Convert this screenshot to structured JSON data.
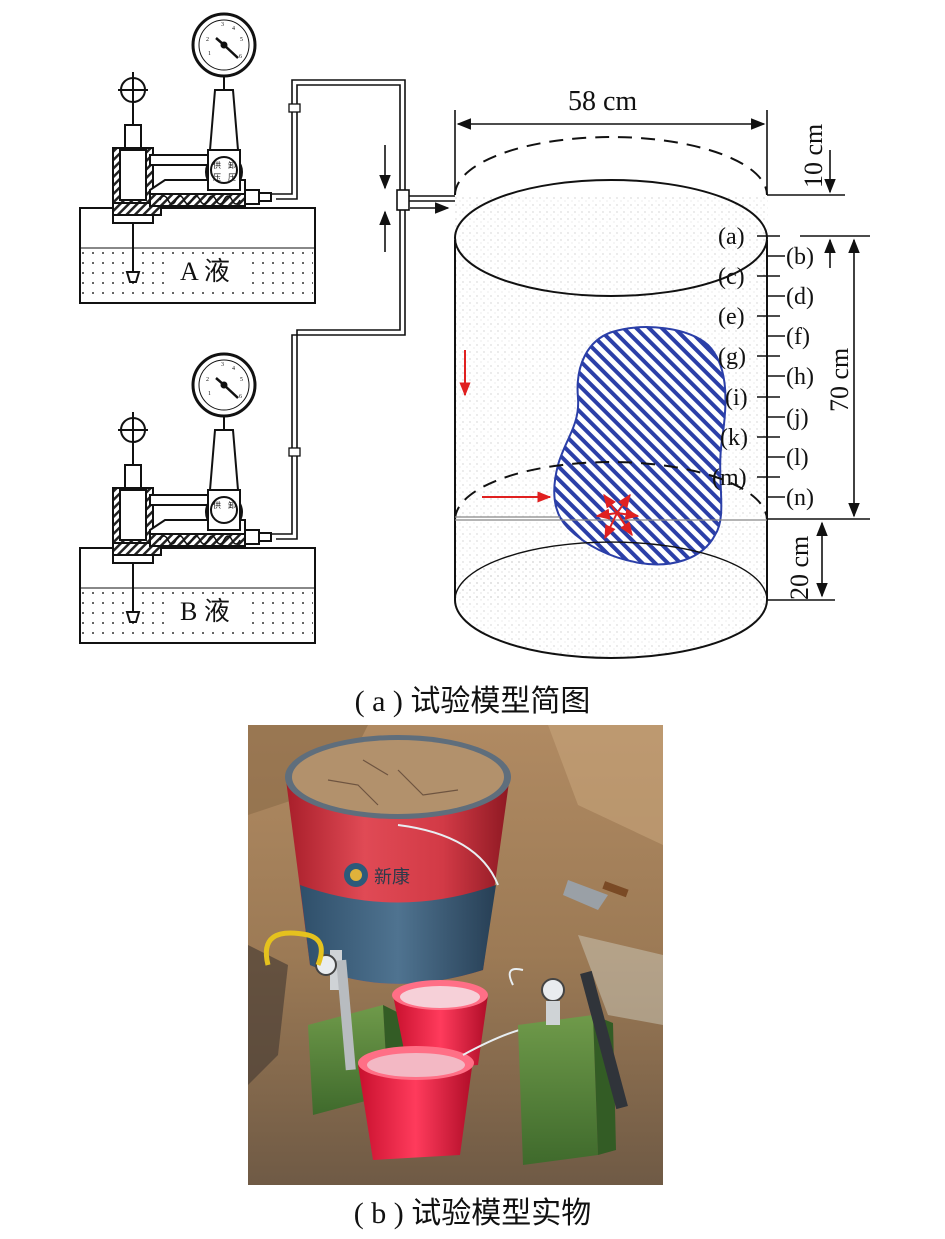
{
  "figure_a": {
    "caption": "( a ) 试验模型简图",
    "tank_a_label": "A 液",
    "tank_b_label": "B 液",
    "width_label": "58 cm",
    "top_gap_label": "10 cm",
    "zone_height_label": "70 cm",
    "bottom_gap_label": "20 cm",
    "gauge_text": {
      "supply": "供",
      "unload": "卸",
      "press": "压"
    },
    "points_left": [
      "(a)",
      "(c)",
      "(e)",
      "(g)",
      "(i)",
      "(k)",
      "(m)"
    ],
    "points_right": [
      "(b)",
      "(d)",
      "(f)",
      "(h)",
      "(j)",
      "(l)",
      "(n)"
    ],
    "colors": {
      "grout": "#2b3fa8",
      "arrow": "#e02020",
      "line": "#111111"
    }
  },
  "figure_b": {
    "caption": "( b ) 试验模型实物",
    "barrel_text": "新康"
  }
}
